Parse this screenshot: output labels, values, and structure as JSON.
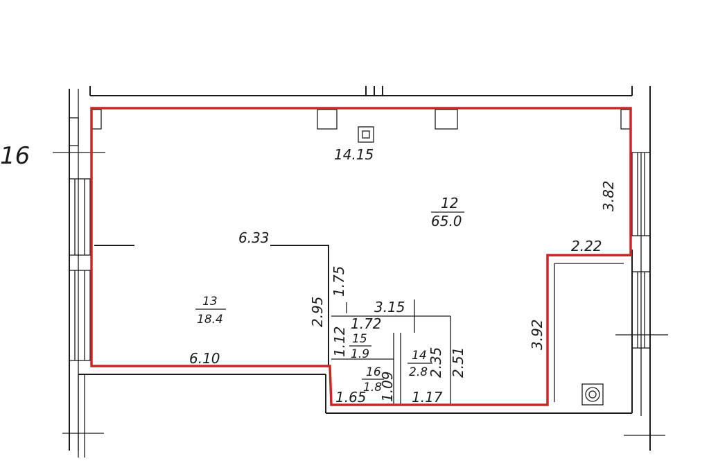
{
  "plan": {
    "edge_label": "16",
    "colors": {
      "boundary": "#c62828",
      "lines": "#1a1a1a"
    },
    "icons": [
      "ventilation-shaft-icon",
      "drain-fixture-icon"
    ],
    "rooms": [
      {
        "number": "12",
        "area": "65.0"
      },
      {
        "number": "13",
        "area": "18.4"
      },
      {
        "number": "14",
        "area": "2.8"
      },
      {
        "number": "15",
        "area": "1.9"
      },
      {
        "number": "16",
        "area": "1.8"
      }
    ],
    "dimensions": {
      "top_width": "14.15",
      "right_upper": "3.82",
      "notch_width": "2.22",
      "right_lower": "3.92",
      "partition_length": "6.33",
      "bottom_left": "6.10",
      "vertical_left": "2.95",
      "vertical_short": "1.75",
      "corridor_width": "3.15",
      "wc_width": "1.72",
      "wc_height": "1.12",
      "room16_height": "1.09",
      "bottom_mid": "1.65",
      "room14_width": "1.17",
      "room14_height": "2.35",
      "room14_side": "2.51"
    }
  }
}
